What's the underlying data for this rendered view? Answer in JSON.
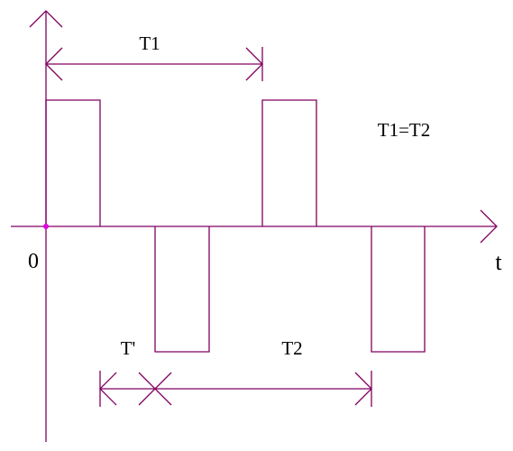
{
  "diagram": {
    "labels": {
      "t1": "T1",
      "relation": "T1=T2",
      "origin": "0",
      "t_axis": "t",
      "t_prime": "T'",
      "t2": "T2"
    },
    "colors": {
      "line": "#800060",
      "origin_dot": "#e000e0",
      "text": "#000000"
    }
  }
}
